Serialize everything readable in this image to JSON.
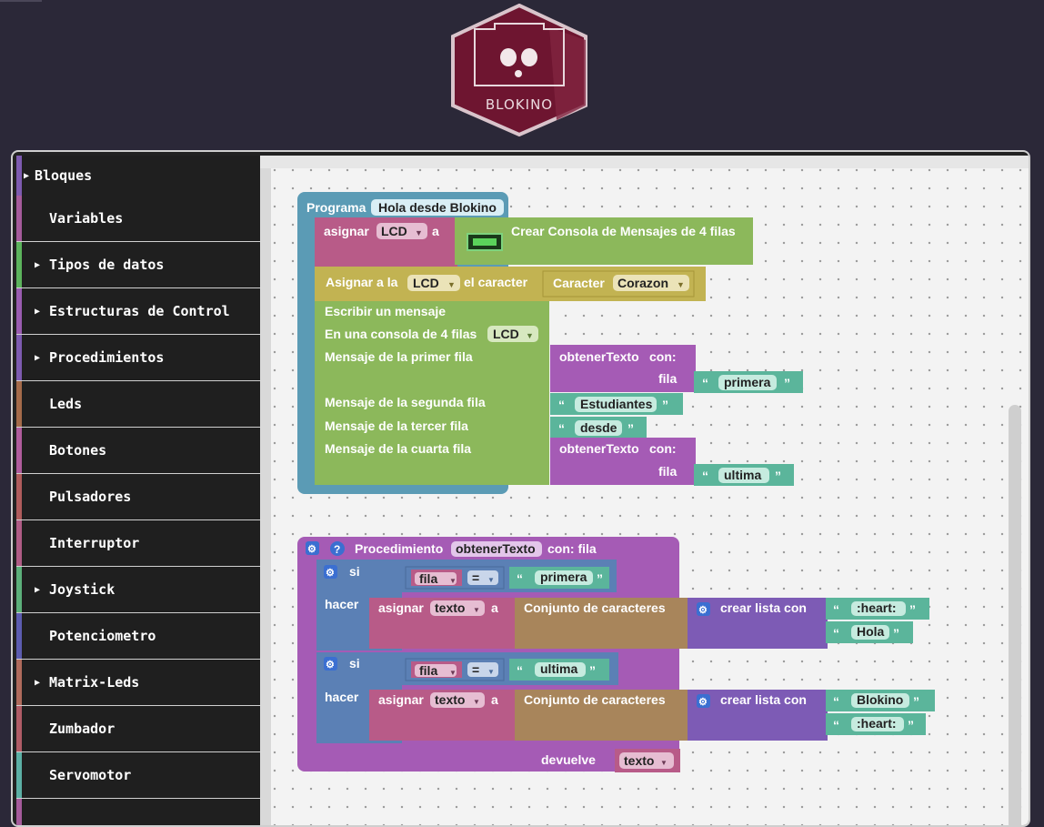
{
  "app": {
    "logo_text": "BLOKINO"
  },
  "colors": {
    "background": "#2b2838",
    "logo": "#6e1530",
    "workspace": "#f3f3f3"
  },
  "toolbox": {
    "header": "Bloques",
    "items": [
      {
        "label": "Variables",
        "expandable": false,
        "color": "#a55b9b"
      },
      {
        "label": "Tipos de datos",
        "expandable": true,
        "color": "#5cb35c"
      },
      {
        "label": "Estructuras de Control",
        "expandable": true,
        "color": "#9a5cb0"
      },
      {
        "label": "Procedimientos",
        "expandable": true,
        "color": "#7d5bb0"
      },
      {
        "label": "Leds",
        "expandable": false,
        "color": "#a56b4a"
      },
      {
        "label": "Botones",
        "expandable": false,
        "color": "#b05c9c"
      },
      {
        "label": "Pulsadores",
        "expandable": false,
        "color": "#b05c5c"
      },
      {
        "label": "Interruptor",
        "expandable": false,
        "color": "#b05c85"
      },
      {
        "label": "Joystick",
        "expandable": true,
        "color": "#5cb07a"
      },
      {
        "label": "Potenciometro",
        "expandable": false,
        "color": "#5c5cb0"
      },
      {
        "label": "Matrix-Leds",
        "expandable": true,
        "color": "#b06b5c"
      },
      {
        "label": "Zumbador",
        "expandable": false,
        "color": "#b05c66"
      },
      {
        "label": "Servomotor",
        "expandable": false,
        "color": "#5cb0a5"
      },
      {
        "label": "",
        "expandable": false,
        "color": "#a55b9b"
      }
    ]
  },
  "program": {
    "label": "Programa",
    "name": "Hola desde Blokino",
    "assign_label": "asignar",
    "assign_var": "LCD",
    "assign_a": "a",
    "create_console": "Crear Consola de Mensajes de 4 filas",
    "set_char_label": "Asignar a la",
    "set_char_var": "LCD",
    "set_char_mid": "el caracter",
    "char_label": "Caracter",
    "char_value": "Corazon",
    "write_title": "Escribir un mensaje",
    "console_label": "En una consola de 4 filas",
    "console_var": "LCD",
    "row1_label": "Mensaje de la primer fila",
    "row2_label": "Mensaje de la segunda fila",
    "row3_label": "Mensaje de la tercer fila",
    "row4_label": "Mensaje de la cuarta fila",
    "call_name": "obtenerTexto",
    "call_con": "con:",
    "call_param": "fila",
    "row1_arg": "primera",
    "row2_text": "Estudiantes",
    "row3_text": "desde",
    "row4_arg": "ultima"
  },
  "procedure": {
    "label": "Procedimiento",
    "name": "obtenerTexto",
    "params": "con: fila",
    "if_label": "si",
    "do_label": "hacer",
    "var": "fila",
    "op": "=",
    "cond1": "primera",
    "cond2": "ultima",
    "assign_label": "asignar",
    "assign_var": "texto",
    "assign_a": "a",
    "charset_label": "Conjunto de caracteres",
    "list_label": "crear lista con",
    "list1": [
      ":heart:",
      "Hola"
    ],
    "list2": [
      "Blokino",
      ":heart:"
    ],
    "return_label": "devuelve",
    "return_var": "texto"
  }
}
